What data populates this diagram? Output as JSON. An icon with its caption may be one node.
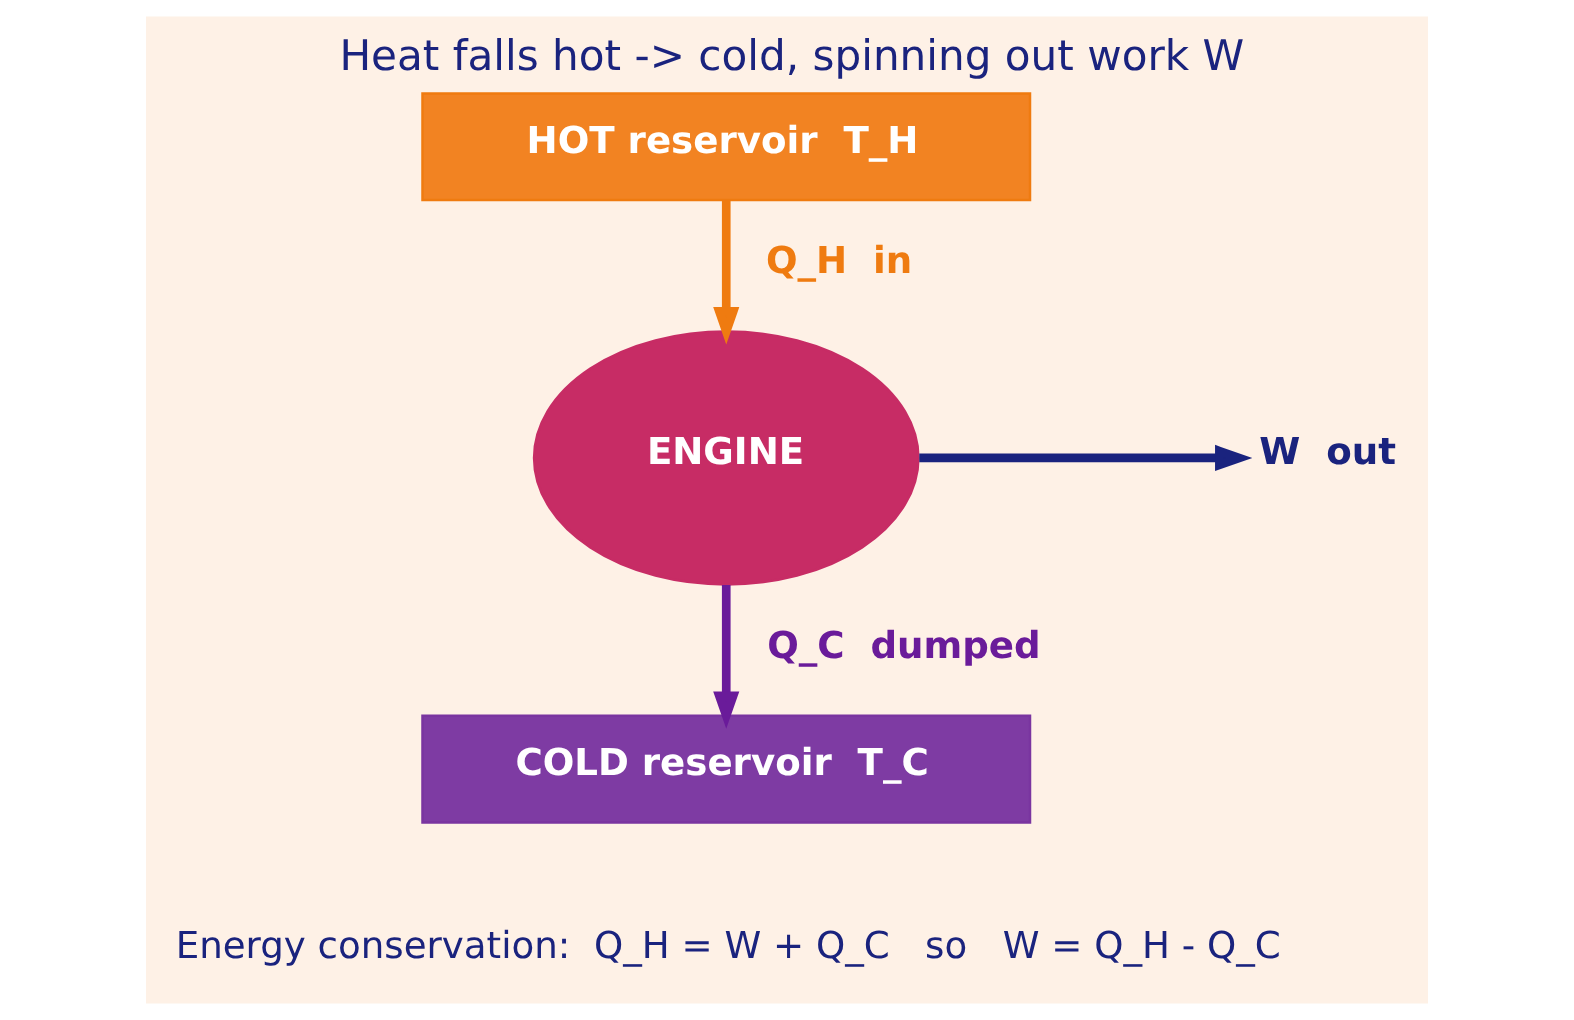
{
  "diagram": {
    "title": "Heat falls hot -> cold, spinning out work W",
    "caption": "Energy conservation:  Q_H = W + Q_C   so   W = Q_H - Q_C",
    "nodes": [
      {
        "text": [
          "HOT reservoir  T_H"
        ]
      },
      {
        "text": [
          "ENGINE"
        ]
      },
      {
        "text": [
          "COLD reservoir  T_C"
        ]
      },
      {
        "text": [
          "W  out"
        ]
      }
    ],
    "edges": [
      {
        "from": 0,
        "to": 1,
        "arrow": "to",
        "label": "Q_H  in",
        "color": "#ef7b10"
      },
      {
        "from": 1,
        "to": 3,
        "arrow": "to",
        "color": "#1a237e"
      },
      {
        "from": 1,
        "to": 2,
        "arrow": "to",
        "label": "Q_C  dumped",
        "color": "#6a1b9a"
      }
    ]
  }
}
